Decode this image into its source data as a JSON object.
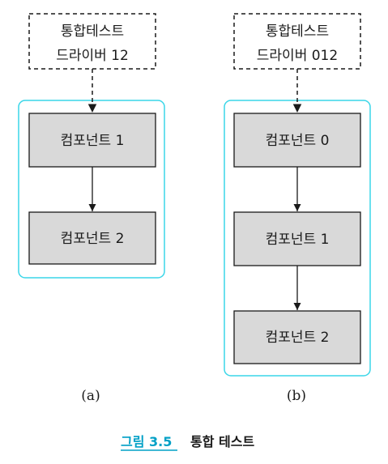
{
  "colors": {
    "group_border": "#3ad6e8",
    "component_fill": "#d9d9d9",
    "stroke": "#1a1a1a",
    "caption_accent": "#00a0c6"
  },
  "diagram_a": {
    "driver_line1": "통합테스트",
    "driver_line2": "드라이버 12",
    "components": [
      "컴포넌트 1",
      "컴포넌트 2"
    ],
    "label": "(a)"
  },
  "diagram_b": {
    "driver_line1": "통합테스트",
    "driver_line2": "드라이버 012",
    "components": [
      "컴포넌트 0",
      "컴포넌트 1",
      "컴포넌트 2"
    ],
    "label": "(b)"
  },
  "caption": {
    "number": "그림 3.5",
    "title": "통합 테스트"
  }
}
